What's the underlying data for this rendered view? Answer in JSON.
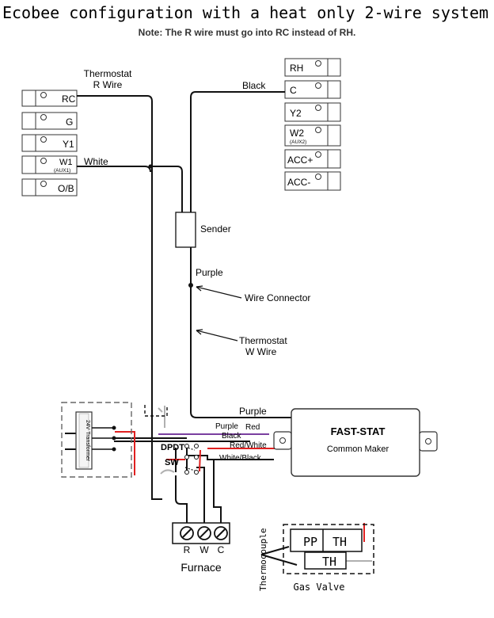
{
  "title": "Ecobee configuration with a heat only 2-wire system",
  "note": "Note: The R wire must go into RC instead of RH.",
  "left_block": {
    "terminals": [
      "RC",
      "G",
      "Y1",
      "W1",
      "O/B"
    ],
    "w1_sub": "(AUX1)"
  },
  "right_block": {
    "terminals": [
      "RH",
      "C",
      "Y2",
      "W2",
      "ACC+",
      "ACC-"
    ],
    "w2_sub": "(AUX2)"
  },
  "labels": {
    "thermostat_r_wire_1": "Thermostat",
    "thermostat_r_wire_2": "R Wire",
    "white": "White",
    "black": "Black",
    "sender": "Sender",
    "purple": "Purple",
    "wire_connector": "Wire Connector",
    "thermostat_w_wire_1": "Thermostat",
    "thermostat_w_wire_2": "W Wire",
    "purple_bottom": "Purple",
    "purple_small": "Purple",
    "red_small": "Red",
    "black_small": "Black",
    "red_white": "Red/White",
    "white_black": "White/Black",
    "dpdt": "DPDT",
    "sw": "SW",
    "transformer": "24V Transformer",
    "fast_stat": "FAST-STAT",
    "common_maker": "Common Maker",
    "furnace": "Furnace",
    "furnace_terminals": [
      "R",
      "W",
      "C"
    ],
    "pp": "PP",
    "th_top": "TH",
    "th_bottom": "TH",
    "thermocouple": "Thermocouple",
    "gas_valve": "Gas Valve"
  },
  "colors": {
    "wire": "#111111",
    "red": "#e02020",
    "purple": "#7a3fa0",
    "grey": "#b0b0b0",
    "terminal": "#333333"
  }
}
